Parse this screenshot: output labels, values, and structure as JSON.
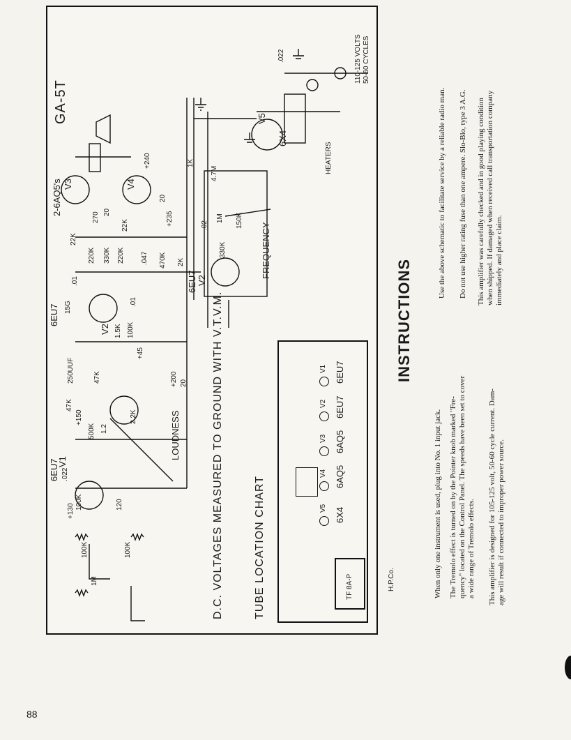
{
  "page": {
    "number": "88"
  },
  "schematic": {
    "model": "GA-5T",
    "supply": [
      "110-125 VOLTS",
      "50-60 CYCLES"
    ],
    "tubes": {
      "v1_type": "6EU7",
      "v1_name": "V1",
      "v2_type": "6EU7",
      "v2_name": "V2",
      "v2b_type": "6EU7",
      "v2b_name": "V2",
      "output_type": "2-6AQ5's",
      "v3_name": "V3",
      "v4_name": "V4",
      "v5_name": "V5",
      "rect_type": "6X4"
    },
    "labels": {
      "loudness": "LOUDNESS",
      "frequency": "FREQUENCY",
      "vtvm": "D.C. VOLTAGES MEASURED TO GROUND WITH V.T.V.M.",
      "chart_title": "TUBE LOCATION CHART",
      "transformer": "TF 8A-P",
      "heater": "HEATERS"
    },
    "components": [
      "100K",
      "1M",
      "100K",
      "100K",
      "120",
      "+130",
      ".022",
      "500K",
      "47K",
      "+150",
      "2.2K",
      "1.2",
      "47K",
      "250UUF",
      "+200",
      "20",
      "15G",
      ".01",
      "1.5K",
      "100K",
      "+45",
      "22K",
      ".01",
      "220K",
      "330K",
      "220K",
      "270",
      "20",
      "22K",
      ".047",
      "470K",
      "+235",
      "2K",
      ".02",
      "+240",
      "1K",
      "20",
      ".022",
      "150K",
      "1M",
      "330K",
      "4.7M"
    ]
  },
  "tube_chart": [
    {
      "pos": "V1",
      "type": "6EU7"
    },
    {
      "pos": "V2",
      "type": "6EU7"
    },
    {
      "pos": "V3",
      "type": "6AQ5"
    },
    {
      "pos": "V4",
      "type": "6AQ5"
    },
    {
      "pos": "V5",
      "type": "6X4"
    }
  ],
  "footer_mark": "H.P.Co.",
  "instructions": {
    "heading": "INSTRUCTIONS",
    "p1": "When only one instrument is used, plug into No. 1 input jack.",
    "p2_l1": "The Tremolo effect is turned on by the Pointer knob marked \"Fre-",
    "p2_l2": "quency\" located on the Control Panel. The speeds have been set to cover",
    "p2_l3": "a wide range of Tremolo effects.",
    "p3_l1": "This amplifier is designed for 105-125 volt, 50-60 cycle current. Dam-",
    "p3_l2": "age will result if connected to improper power source.",
    "p4": "Use the above schematic to facilitate service by a reliable radio man.",
    "p5": "Do not use higher rating fuse than one ampere. Slo-Blo, type 3 A.G.",
    "p6_l1": "This amplifier was carefully checked and in good playing condition",
    "p6_l2": "when shipped. If damaged when received call transportation company",
    "p6_l3": "immediately and place claim."
  }
}
